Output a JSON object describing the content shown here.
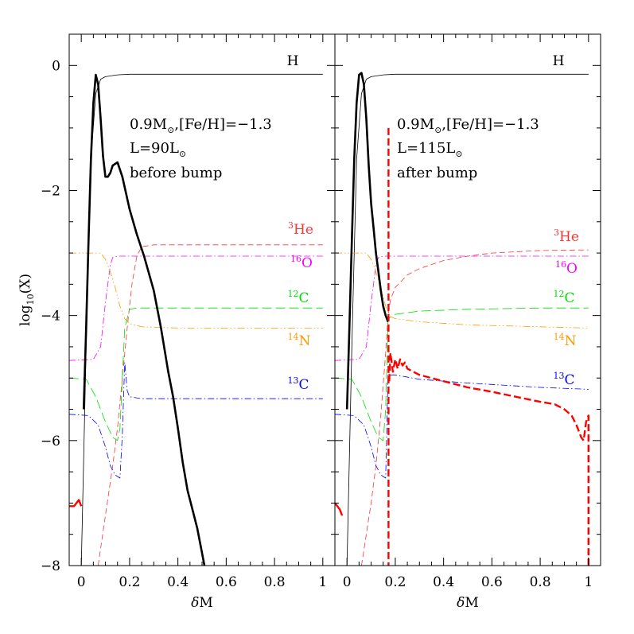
{
  "figure": {
    "ylabel_main": "log",
    "ylabel_sub": "10",
    "ylabel_tail": "(X)",
    "xlabel_prefix": "δ",
    "xlabel_suffix": "M"
  },
  "panels": [
    {
      "id": "left",
      "text_line1_a": "0.9M",
      "text_line1_b": ",[Fe/H]=−1.3",
      "text_line2_a": "L=90L",
      "text_line3": "before bump",
      "h_label": "H"
    },
    {
      "id": "right",
      "text_line1_a": "0.9M",
      "text_line1_b": ",[Fe/H]=−1.3",
      "text_line2_a": "L=115L",
      "text_line3": "after bump",
      "h_label": "H"
    }
  ],
  "species_labels": [
    {
      "sup": "3",
      "name": "He",
      "color": "#ff3333"
    },
    {
      "sup": "16",
      "name": "O",
      "color": "#ff00ff"
    },
    {
      "sup": "12",
      "name": "C",
      "color": "#00dd00"
    },
    {
      "sup": "14",
      "name": "N",
      "color": "#ff9900"
    },
    {
      "sup": "13",
      "name": "C",
      "color": "#0000ff"
    }
  ],
  "chart_data": {
    "type": "line",
    "xlabel": "δM",
    "ylabel": "log10(X)",
    "xlim": [
      -0.05,
      1.05
    ],
    "ylim": [
      -8,
      0.5
    ],
    "xticks": [
      0,
      0.2,
      0.4,
      0.6,
      0.8,
      1
    ],
    "xtick_labels": [
      "0",
      "0.2",
      "0.4",
      "0.6",
      "0.8",
      "1"
    ],
    "yticks": [
      0,
      -2,
      -4,
      -6,
      -8
    ],
    "ytick_labels": [
      "0",
      "−2",
      "−4",
      "−6",
      "−8"
    ],
    "panels": [
      {
        "series": [
          {
            "name": "H",
            "color": "#000000",
            "dash": "",
            "width": 0.8,
            "x": [
              0,
              0.02,
              0.04,
              0.06,
              0.08,
              0.1,
              0.15,
              0.2,
              0.3,
              0.5,
              0.8,
              1.0
            ],
            "y": [
              -8.0,
              -4.5,
              -1.5,
              -0.45,
              -0.22,
              -0.18,
              -0.15,
              -0.14,
              -0.14,
              -0.14,
              -0.14,
              -0.14
            ]
          },
          {
            "name": "3He",
            "color": "#ff3333",
            "dash": "7,4",
            "width": 0.8,
            "x": [
              0.07,
              0.1,
              0.13,
              0.15,
              0.17,
              0.19,
              0.21,
              0.23,
              0.25,
              0.3,
              0.5,
              0.8,
              1.0
            ],
            "y": [
              -8.0,
              -7.2,
              -6.4,
              -5.8,
              -5.0,
              -4.2,
              -3.5,
              -3.05,
              -2.9,
              -2.87,
              -2.87,
              -2.87,
              -2.87
            ]
          },
          {
            "name": "16O",
            "color": "#ff00ff",
            "dash": "8,3,1.5,3",
            "width": 0.8,
            "x": [
              -0.05,
              0.05,
              0.08,
              0.1,
              0.12,
              0.13,
              0.15,
              0.2,
              0.5,
              1.0
            ],
            "y": [
              -4.72,
              -4.7,
              -4.5,
              -3.8,
              -3.2,
              -3.07,
              -3.05,
              -3.05,
              -3.05,
              -3.05
            ]
          },
          {
            "name": "12C",
            "color": "#00dd00",
            "dash": "12,5",
            "width": 0.8,
            "x": [
              -0.05,
              0.02,
              0.06,
              0.1,
              0.13,
              0.15,
              0.16,
              0.17,
              0.18,
              0.2,
              0.23,
              0.3,
              0.6,
              1.0
            ],
            "y": [
              -5.0,
              -5.02,
              -5.3,
              -5.7,
              -5.95,
              -6.0,
              -5.8,
              -5.0,
              -4.2,
              -3.9,
              -3.88,
              -3.88,
              -3.88,
              -3.88
            ]
          },
          {
            "name": "14N",
            "color": "#ff9900",
            "dash": "9,3,1.5,3,1.5,3",
            "width": 0.8,
            "x": [
              -0.05,
              0.08,
              0.1,
              0.12,
              0.14,
              0.16,
              0.18,
              0.2,
              0.25,
              0.4,
              1.0
            ],
            "y": [
              -3.0,
              -3.0,
              -3.1,
              -3.3,
              -3.55,
              -3.85,
              -4.05,
              -4.13,
              -4.18,
              -4.2,
              -4.2
            ]
          },
          {
            "name": "13C",
            "color": "#0000ff",
            "dash": "8,3,1.5,3",
            "width": 0.8,
            "x": [
              -0.05,
              0.03,
              0.07,
              0.1,
              0.12,
              0.14,
              0.16,
              0.17,
              0.18,
              0.19,
              0.2,
              0.25,
              0.4,
              1.0
            ],
            "y": [
              -5.58,
              -5.6,
              -5.75,
              -6.1,
              -6.4,
              -6.55,
              -6.6,
              -5.9,
              -4.75,
              -5.2,
              -5.3,
              -5.33,
              -5.33,
              -5.33
            ]
          },
          {
            "name": "thick-black",
            "color": "#000000",
            "dash": "",
            "width": 2.6,
            "x": [
              0.01,
              0.02,
              0.03,
              0.04,
              0.05,
              0.06,
              0.07,
              0.08,
              0.09,
              0.1,
              0.11,
              0.12,
              0.13,
              0.15,
              0.17,
              0.2,
              0.23,
              0.26,
              0.3,
              0.33,
              0.36,
              0.38,
              0.4,
              0.42,
              0.44,
              0.46,
              0.48,
              0.5,
              0.51
            ],
            "y": [
              -5.5,
              -4.2,
              -2.8,
              -1.5,
              -0.6,
              -0.15,
              -0.3,
              -0.85,
              -1.45,
              -1.78,
              -1.78,
              -1.72,
              -1.6,
              -1.55,
              -1.78,
              -2.3,
              -2.7,
              -3.05,
              -3.6,
              -4.2,
              -4.9,
              -5.3,
              -5.8,
              -6.35,
              -6.8,
              -7.1,
              -7.4,
              -7.8,
              -8.0
            ]
          },
          {
            "name": "thick-red",
            "color": "#ff0000",
            "dash": "",
            "width": 2.4,
            "x": [
              -0.05,
              -0.03,
              -0.02,
              -0.01,
              0.0
            ],
            "y": [
              -7.05,
              -7.05,
              -7.0,
              -6.95,
              -7.05
            ]
          }
        ]
      },
      {
        "series": [
          {
            "name": "H",
            "color": "#000000",
            "dash": "",
            "width": 0.8,
            "x": [
              0,
              0.02,
              0.04,
              0.06,
              0.08,
              0.1,
              0.15,
              0.2,
              0.3,
              0.5,
              0.8,
              1.0
            ],
            "y": [
              -8.0,
              -4.5,
              -1.5,
              -0.45,
              -0.22,
              -0.18,
              -0.15,
              -0.14,
              -0.14,
              -0.14,
              -0.14,
              -0.14
            ]
          },
          {
            "name": "3He",
            "color": "#ff3333",
            "dash": "7,4",
            "width": 0.8,
            "x": [
              0.06,
              0.08,
              0.1,
              0.12,
              0.14,
              0.16,
              0.17,
              0.18,
              0.2,
              0.25,
              0.3,
              0.4,
              0.5,
              0.6,
              0.8,
              1.0
            ],
            "y": [
              -8.0,
              -7.5,
              -7.0,
              -6.4,
              -5.6,
              -4.6,
              -4.0,
              -3.75,
              -3.55,
              -3.35,
              -3.25,
              -3.12,
              -3.05,
              -3.0,
              -2.96,
              -2.95
            ]
          },
          {
            "name": "16O",
            "color": "#ff00ff",
            "dash": "8,3,1.5,3",
            "width": 0.8,
            "x": [
              -0.05,
              0.05,
              0.08,
              0.1,
              0.12,
              0.13,
              0.15,
              0.2,
              0.5,
              1.0
            ],
            "y": [
              -4.72,
              -4.7,
              -4.5,
              -3.8,
              -3.2,
              -3.07,
              -3.05,
              -3.05,
              -3.05,
              -3.05
            ]
          },
          {
            "name": "12C",
            "color": "#00dd00",
            "dash": "12,5",
            "width": 0.8,
            "x": [
              -0.05,
              0.02,
              0.06,
              0.1,
              0.13,
              0.15,
              0.16,
              0.17,
              0.2,
              0.3,
              0.5,
              0.8,
              1.0
            ],
            "y": [
              -5.0,
              -5.02,
              -5.3,
              -5.7,
              -5.95,
              -6.0,
              -5.5,
              -4.05,
              -3.98,
              -3.93,
              -3.9,
              -3.88,
              -3.88
            ]
          },
          {
            "name": "14N",
            "color": "#ff9900",
            "dash": "9,3,1.5,3,1.5,3",
            "width": 0.8,
            "x": [
              -0.05,
              0.08,
              0.1,
              0.12,
              0.14,
              0.16,
              0.17,
              0.2,
              0.3,
              0.5,
              0.8,
              1.0
            ],
            "y": [
              -3.0,
              -3.0,
              -3.1,
              -3.3,
              -3.55,
              -3.85,
              -4.0,
              -4.05,
              -4.1,
              -4.15,
              -4.18,
              -4.2
            ]
          },
          {
            "name": "13C",
            "color": "#0000ff",
            "dash": "8,3,1.5,3",
            "width": 0.8,
            "x": [
              -0.05,
              0.03,
              0.07,
              0.1,
              0.12,
              0.14,
              0.16,
              0.17,
              0.2,
              0.3,
              0.5,
              0.8,
              1.0
            ],
            "y": [
              -5.58,
              -5.6,
              -5.75,
              -6.1,
              -6.4,
              -6.55,
              -6.6,
              -4.95,
              -4.95,
              -5.02,
              -5.08,
              -5.15,
              -5.18
            ]
          },
          {
            "name": "thick-black",
            "color": "#000000",
            "dash": "",
            "width": 2.6,
            "x": [
              0.0,
              0.01,
              0.02,
              0.03,
              0.04,
              0.05,
              0.06,
              0.07,
              0.08,
              0.09,
              0.1,
              0.11,
              0.12,
              0.13,
              0.14,
              0.15,
              0.16,
              0.17
            ],
            "y": [
              -5.5,
              -4.2,
              -2.8,
              -1.5,
              -0.6,
              -0.15,
              -0.12,
              -0.3,
              -0.85,
              -1.6,
              -2.2,
              -2.6,
              -3.0,
              -3.3,
              -3.6,
              -3.85,
              -4.0,
              -4.1
            ]
          },
          {
            "name": "thick-red-dashed",
            "color": "#ff0000",
            "dash": "9,4",
            "width": 2.4,
            "x": [
              0.175,
              0.18,
              0.19,
              0.2,
              0.21,
              0.22,
              0.23,
              0.24,
              0.25,
              0.3,
              0.4,
              0.5,
              0.6,
              0.7,
              0.8,
              0.86,
              0.9,
              0.93,
              0.95,
              0.97,
              0.98,
              0.99,
              1.0,
              1.0
            ],
            "y": [
              -5.05,
              -4.6,
              -4.9,
              -4.7,
              -4.85,
              -4.7,
              -4.8,
              -4.75,
              -4.85,
              -4.95,
              -5.05,
              -5.15,
              -5.22,
              -5.3,
              -5.38,
              -5.42,
              -5.5,
              -5.6,
              -5.75,
              -5.95,
              -6.0,
              -5.7,
              -5.6,
              -8.0
            ]
          },
          {
            "name": "thick-red-vertical",
            "color": "#ff0000",
            "dash": "9,4",
            "width": 2.4,
            "x": [
              0.172,
              0.172
            ],
            "y": [
              -1.0,
              -8.0
            ]
          },
          {
            "name": "thick-red-start",
            "color": "#ff0000",
            "dash": "",
            "width": 2.4,
            "x": [
              -0.05,
              -0.03,
              -0.02
            ],
            "y": [
              -7.0,
              -7.1,
              -7.2
            ]
          }
        ]
      }
    ]
  }
}
